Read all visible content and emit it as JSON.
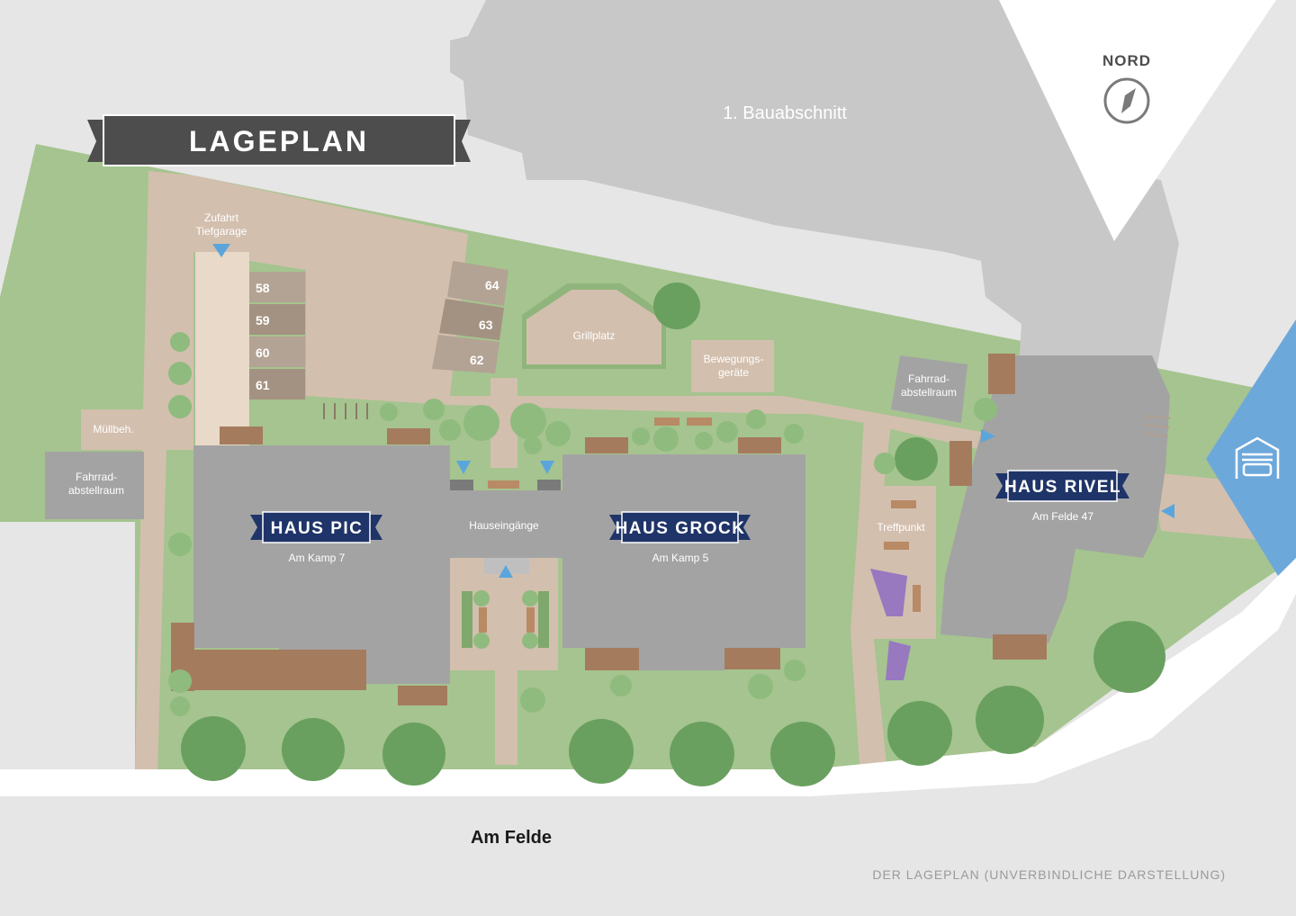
{
  "map": {
    "title": "LAGEPLAN",
    "north_label": "NORD",
    "footer_note": "DER LAGEPLAN (UNVERBINDLICHE DARSTELLUNG)",
    "street": "Am Felde",
    "neighbor_building": "1. Bauabschnitt",
    "houses": [
      {
        "name": "HAUS PIC",
        "address": "Am Kamp 7"
      },
      {
        "name": "HAUS GROCK",
        "address": "Am Kamp 5"
      },
      {
        "name": "HAUS RIVEL",
        "address": "Am Felde 47"
      }
    ],
    "labels": {
      "garage_entrance_1": "Zufahrt",
      "garage_entrance_2": "Tiefgarage",
      "waste": "Müllbeh.",
      "bike_room_west_1": "Fahrrad-",
      "bike_room_west_2": "abstellraum",
      "bike_room_east_1": "Fahrrad-",
      "bike_room_east_2": "abstellraum",
      "bbq": "Grillplatz",
      "exercise_1": "Bewegungs-",
      "exercise_2": "geräte",
      "entrances": "Hauseingänge",
      "meeting_point": "Treffpunkt"
    },
    "parking_numbers": [
      "58",
      "59",
      "60",
      "61",
      "62",
      "63",
      "64"
    ],
    "icons": {
      "compass": "compass-icon",
      "garage": "garage-car-icon",
      "entrance_marker": "entrance-triangle-icon"
    },
    "colors": {
      "background": "#e6e6e6",
      "green": "#a5c48f",
      "path": "#d3bfae",
      "building": "#a3a3a3",
      "neighbor": "#c8c8c8",
      "banner_navy": "#1f3468",
      "banner_dark": "#4d4d4d",
      "tree": "#6aa05f",
      "water_blue": "#6da8db",
      "entrance_blue": "#5aa6dc",
      "bench": "#a57b5e",
      "purple": "#9878bf"
    }
  }
}
